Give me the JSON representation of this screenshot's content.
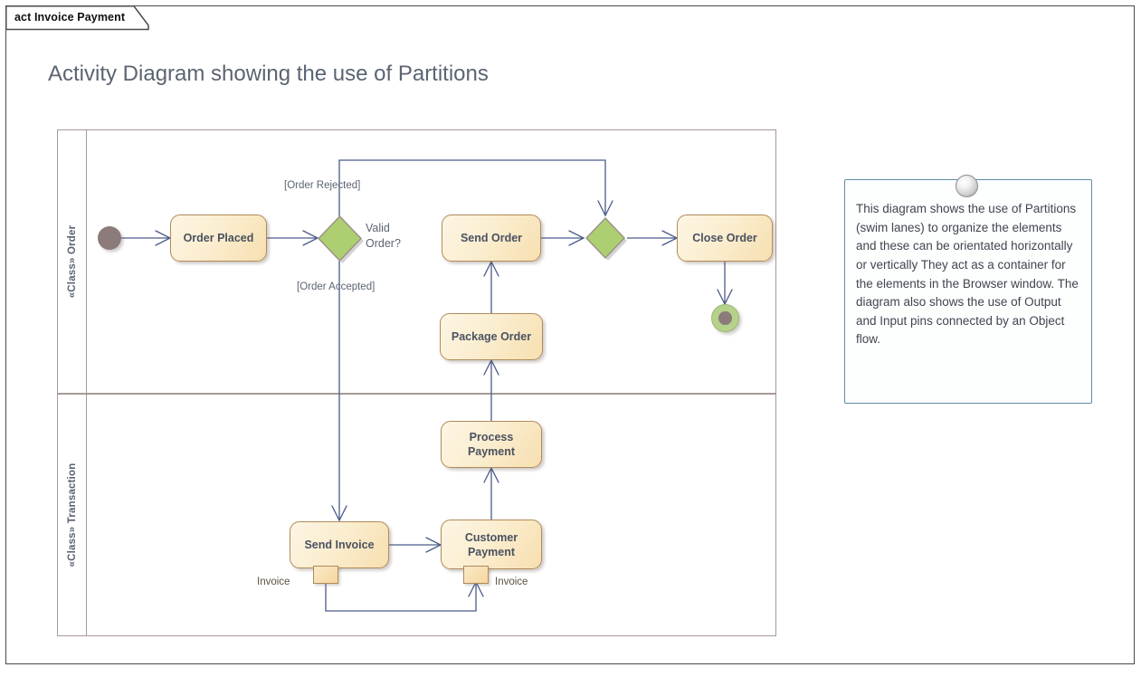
{
  "frame": {
    "tab_label": "act Invoice Payment"
  },
  "diagram": {
    "title": "Activity Diagram showing the use of Partitions"
  },
  "colors": {
    "action_fill": "#fbeed0",
    "action_border": "#b08a5a",
    "decision_fill": "#adcf72",
    "decision_border": "#9a8f86",
    "initial_node": "#8c7b7b",
    "final_ring": "#b6d18a",
    "connector": "#4a5a8a",
    "lane_border": "#a79999",
    "note_border": "#5d8ea6",
    "text": "#5b6472",
    "frame_border": "#4a4a4a"
  },
  "lanes": [
    {
      "name": "order-lane",
      "label": "«Class» Order"
    },
    {
      "name": "transaction-lane",
      "label": "«Class» Transaction"
    }
  ],
  "nodes": {
    "initial": {
      "name": "initial-node",
      "label": ""
    },
    "order_placed": {
      "label": "Order Placed"
    },
    "send_order": {
      "label": "Send Order"
    },
    "package_order": {
      "label": "Package Order"
    },
    "close_order": {
      "label": "Close Order"
    },
    "process_payment": {
      "label": "Process\nPayment",
      "line1": "Process",
      "line2": "Payment"
    },
    "send_invoice": {
      "label": "Send Invoice"
    },
    "customer_payment": {
      "label": "Customer\nPayment",
      "line1": "Customer",
      "line2": "Payment"
    },
    "decision": {
      "label_line1": "Valid",
      "label_line2": "Order?"
    },
    "merge": {
      "label": ""
    },
    "final": {
      "label": ""
    }
  },
  "pins": {
    "output_pin": {
      "label": "Invoice"
    },
    "input_pin": {
      "label": "Invoice"
    }
  },
  "edges": {
    "rejected_guard": "[Order Rejected]",
    "accepted_guard": "[Order Accepted]"
  },
  "note": {
    "text": "This diagram shows the use of Partitions (swim lanes) to organize the elements and these can be orientated horizontally or vertically  They act as a container for the elements in the Browser window. The diagram also shows the use of Output and Input pins connected by an Object flow."
  }
}
